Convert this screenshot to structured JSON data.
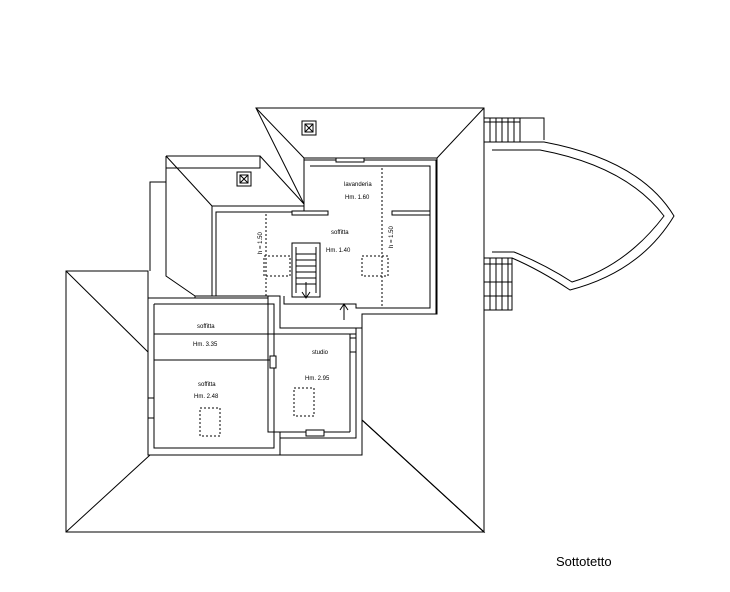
{
  "drawing": {
    "title": "Sottotetto"
  },
  "rooms": {
    "lavanderia": {
      "name": "lavanderia",
      "height": "Hm. 1.60"
    },
    "soffitta_top": {
      "name": "soffitta",
      "height": "Hm. 1.40"
    },
    "soffitta_left_upper": {
      "name": "soffitta",
      "height": "Hm. 3.35"
    },
    "soffitta_left_lower": {
      "name": "soffitta",
      "height": "Hm. 2.48"
    },
    "studio": {
      "name": "studio",
      "height": "Hm. 2.95"
    }
  },
  "dimension_notes": {
    "left": "h = 1.50",
    "right": "h = 1.50"
  }
}
